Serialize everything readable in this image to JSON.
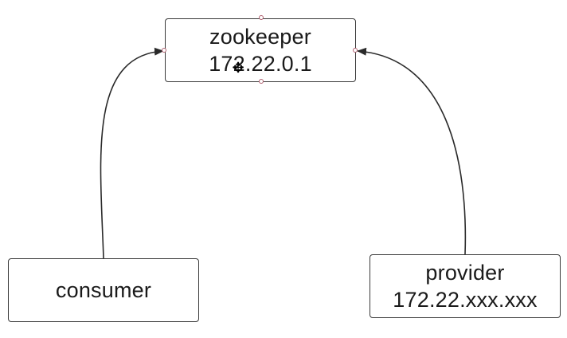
{
  "diagram": {
    "nodes": {
      "zookeeper": {
        "lines": [
          "zookeeper",
          "172.22.0.1"
        ],
        "selected": true
      },
      "consumer": {
        "lines": [
          "consumer"
        ]
      },
      "provider": {
        "lines": [
          "provider",
          "172.22.xxx.xxx"
        ]
      }
    },
    "edges": [
      {
        "from": "consumer",
        "to": "zookeeper",
        "arrow": "end"
      },
      {
        "from": "provider",
        "to": "zookeeper",
        "arrow": "end"
      }
    ],
    "cursor": "move-cursor-icon",
    "colors": {
      "stroke": "#3a3a3a",
      "handle": "#b06070",
      "background": "#ffffff"
    }
  }
}
